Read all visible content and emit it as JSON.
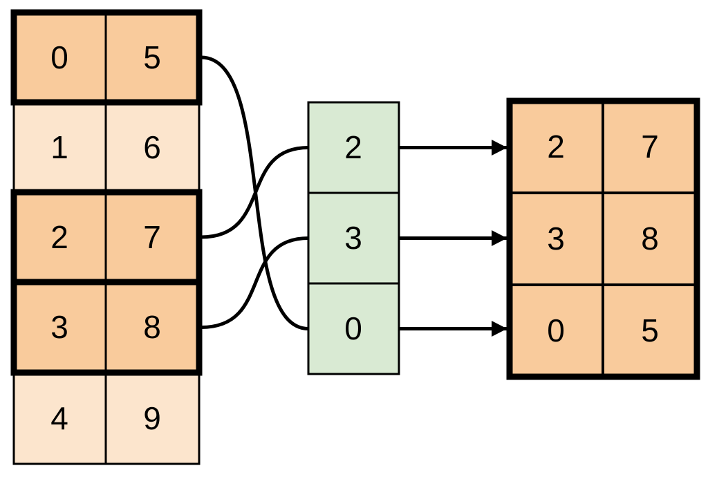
{
  "diagram": {
    "source_table": {
      "rows": [
        {
          "values": [
            "0",
            "5"
          ],
          "highlighted": true
        },
        {
          "values": [
            "1",
            "6"
          ],
          "highlighted": false
        },
        {
          "values": [
            "2",
            "7"
          ],
          "highlighted": true
        },
        {
          "values": [
            "3",
            "8"
          ],
          "highlighted": true
        },
        {
          "values": [
            "4",
            "9"
          ],
          "highlighted": false
        }
      ]
    },
    "index_column": {
      "values": [
        "2",
        "3",
        "0"
      ]
    },
    "result_table": {
      "rows": [
        [
          "2",
          "7"
        ],
        [
          "3",
          "8"
        ],
        [
          "0",
          "5"
        ]
      ]
    },
    "connections": [
      {
        "from_source_row": "0",
        "to_index_cell": "0"
      },
      {
        "from_source_row": "2",
        "to_index_cell": "2"
      },
      {
        "from_source_row": "3",
        "to_index_cell": "3"
      }
    ],
    "colors": {
      "highlight_fill": "#F9CB9C",
      "muted_fill": "#FCE5CD",
      "index_fill": "#D9EAD3",
      "stroke": "#000000",
      "background": "#FFFFFF"
    }
  }
}
